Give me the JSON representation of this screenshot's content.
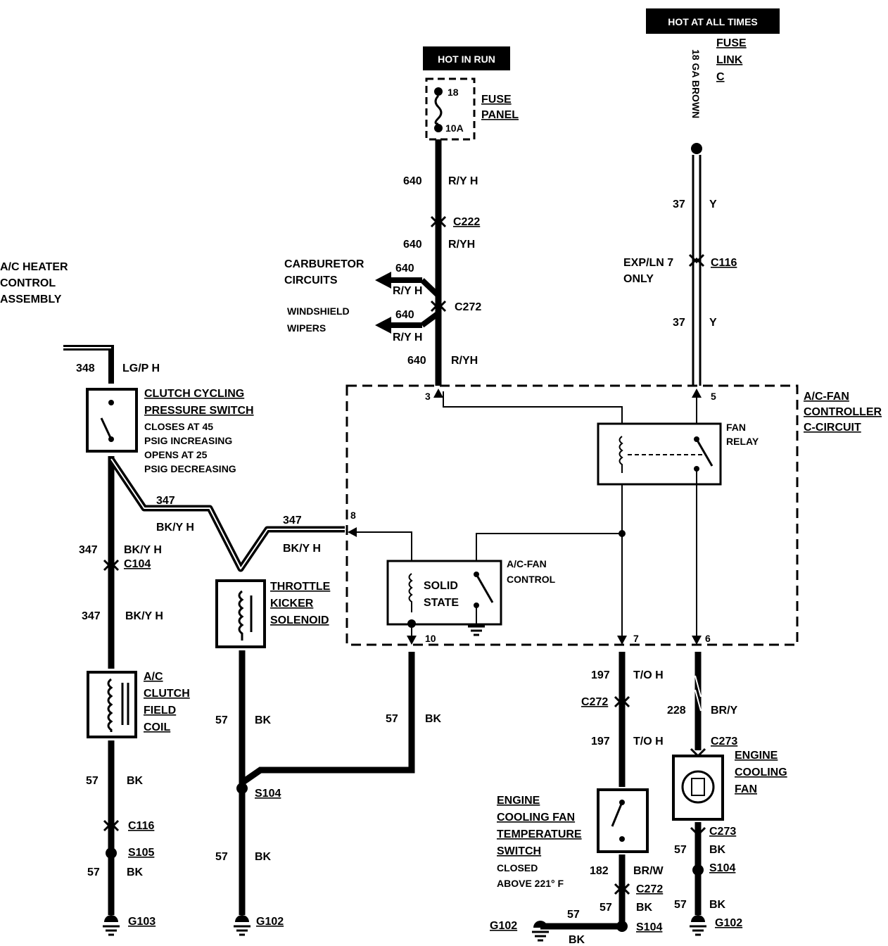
{
  "power": {
    "hot_in_run": "HOT IN RUN",
    "hot_at_all_times": "HOT AT ALL TIMES",
    "fuse_num": "18",
    "fuse_amp": "10A",
    "fuse_panel_1": "FUSE",
    "fuse_panel_2": "PANEL",
    "fuse_link_1": "FUSE",
    "fuse_link_2": "LINK",
    "fuse_link_3": "C",
    "ga_brown": "18 GA BROWN"
  },
  "heater": {
    "line1": "A/C HEATER",
    "line2": "CONTROL",
    "line3": "ASSEMBLY"
  },
  "clutch_switch": {
    "title1": "CLUTCH CYCLING",
    "title2": "PRESSURE SWITCH",
    "n1": "CLOSES AT 45",
    "n2": "PSIG INCREASING",
    "n3": "OPENS AT 25",
    "n4": "PSIG DECREASING"
  },
  "clutch_coil": {
    "l1": "A/C",
    "l2": "CLUTCH",
    "l3": "FIELD",
    "l4": "COIL"
  },
  "throttle": {
    "l1": "THROTTLE",
    "l2": "KICKER",
    "l3": "SOLENOID"
  },
  "controller": {
    "l1": "A/C-FAN",
    "l2": "CONTROLLER",
    "l3": "C-CIRCUIT",
    "relay1": "FAN",
    "relay2": "RELAY",
    "solid1": "SOLID",
    "solid2": "STATE",
    "acfan1": "A/C-FAN",
    "acfan2": "CONTROL",
    "pin3": "3",
    "pin5": "5",
    "pin6": "6",
    "pin7": "7",
    "pin8": "8",
    "pin10": "10"
  },
  "branches": {
    "carb1": "CARBURETOR",
    "carb2": "CIRCUITS",
    "wiper1": "WINDSHIELD",
    "wiper2": "WIPERS"
  },
  "temp_switch": {
    "l1": "ENGINE",
    "l2": "COOLING FAN",
    "l3": "TEMPERATURE",
    "l4": "SWITCH",
    "n1": "CLOSED",
    "n2": "ABOVE 221° F"
  },
  "fan": {
    "l1": "ENGINE",
    "l2": "COOLING",
    "l3": "FAN"
  },
  "exp": {
    "l1": "EXP/LN 7",
    "l2": "ONLY"
  },
  "circuits": {
    "c640": "640",
    "ryh": "R/Y H",
    "ryh2": "R/YH",
    "c37": "37",
    "y": "Y",
    "c348": "348",
    "lgph": "LG/P H",
    "c347": "347",
    "bkyh": "BK/Y H",
    "c57": "57",
    "bk": "BK",
    "c197": "197",
    "toh": "T/O H",
    "c228": "228",
    "bry": "BR/Y",
    "c182": "182",
    "brw": "BR/W"
  },
  "connectors": {
    "c222": "C222",
    "c272": "C272",
    "c116": "C116",
    "c104": "C104",
    "c273": "C273",
    "s104": "S104",
    "s105": "S105",
    "g103": "G103",
    "g102": "G102"
  }
}
